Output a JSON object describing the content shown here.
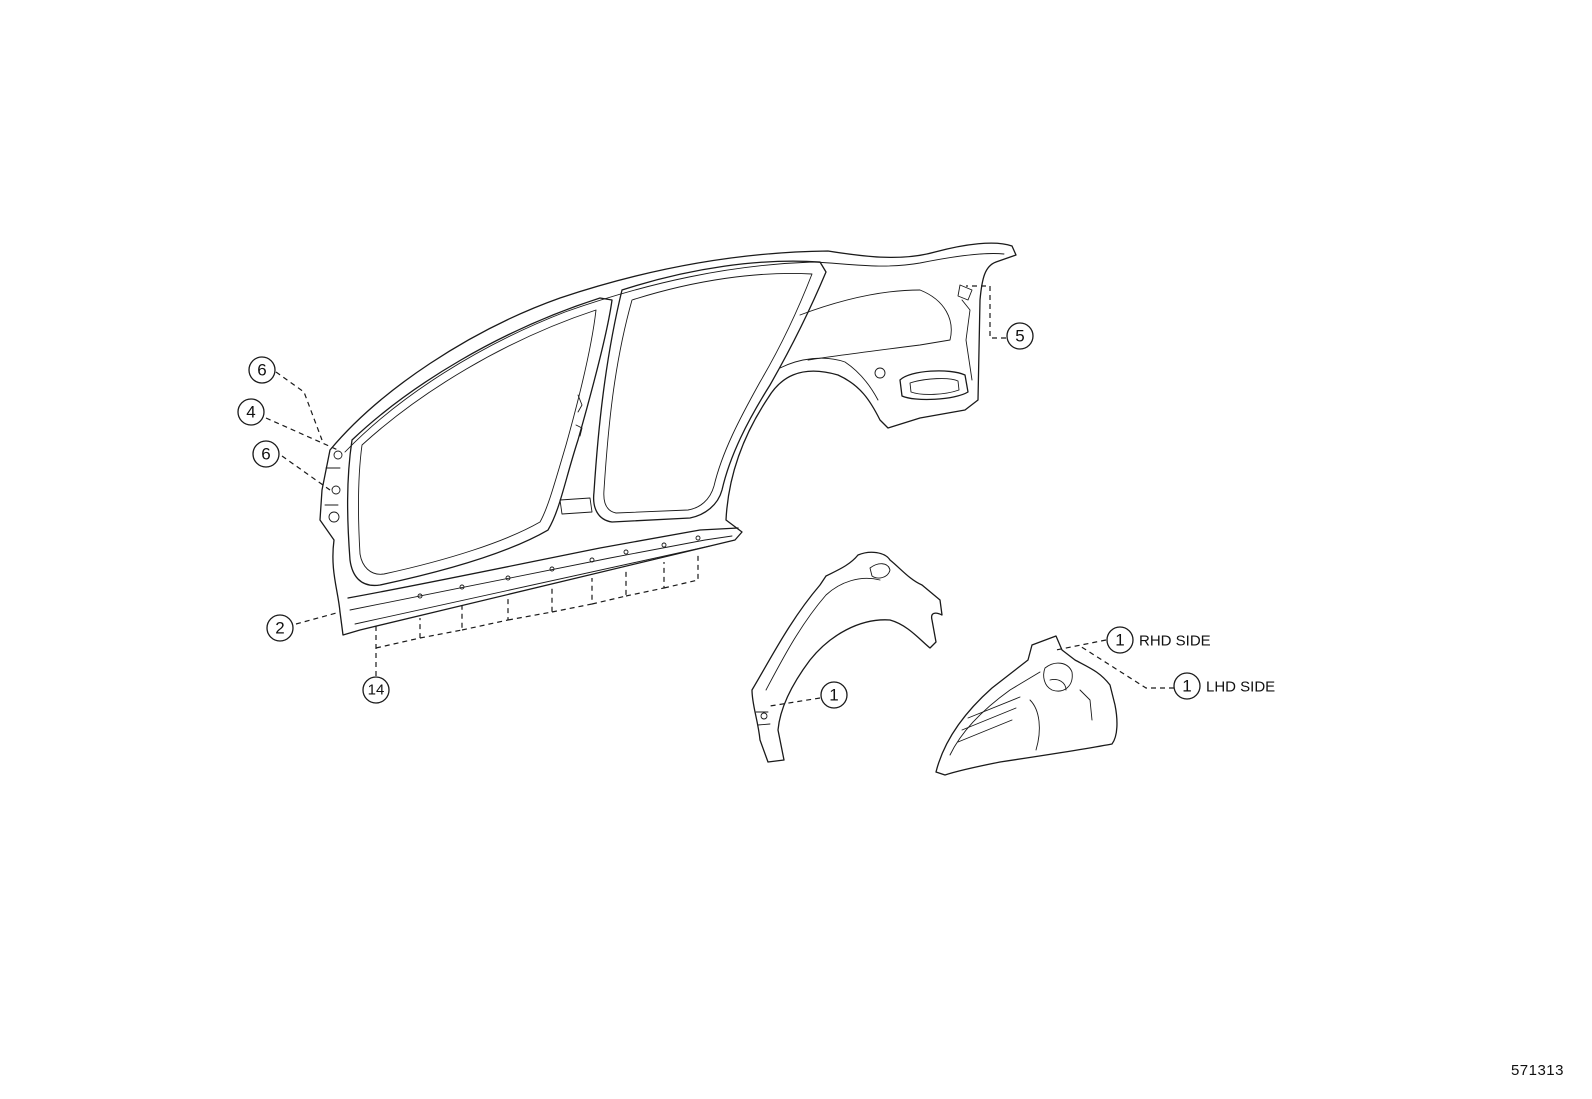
{
  "diagram": {
    "reference_code": "571313",
    "callouts": [
      {
        "id": "callout-6-upper",
        "number": "6",
        "note": ""
      },
      {
        "id": "callout-4",
        "number": "4",
        "note": ""
      },
      {
        "id": "callout-6-lower",
        "number": "6",
        "note": ""
      },
      {
        "id": "callout-2",
        "number": "2",
        "note": ""
      },
      {
        "id": "callout-14",
        "number": "14",
        "note": ""
      },
      {
        "id": "callout-5",
        "number": "5",
        "note": ""
      },
      {
        "id": "callout-1-wheelhouse-inner",
        "number": "1",
        "note": ""
      },
      {
        "id": "callout-1-rhd",
        "number": "1",
        "note": "RHD SIDE"
      },
      {
        "id": "callout-1-lhd",
        "number": "1",
        "note": "LHD SIDE"
      }
    ],
    "parts": [
      {
        "id": "side-panel-outer",
        "icon": "body-side-outer-panel-drawing"
      },
      {
        "id": "wheelhouse-inner-panel",
        "icon": "rear-wheelhouse-inner-drawing"
      },
      {
        "id": "wheelhouse-outer-panel",
        "icon": "rear-wheelhouse-outer-drawing"
      }
    ],
    "colors": {
      "line": "#1a1a1a",
      "background": "#ffffff"
    }
  }
}
